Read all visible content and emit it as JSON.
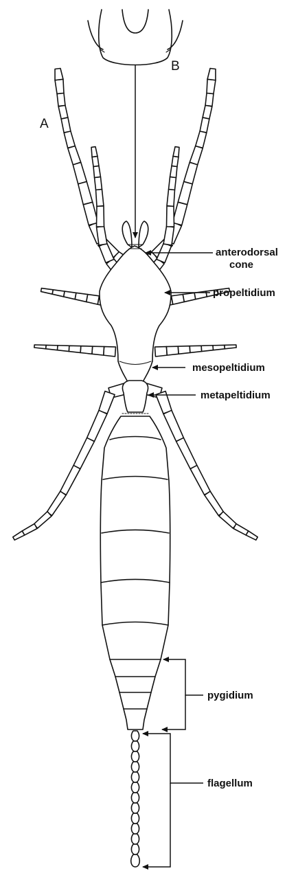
{
  "panel_labels": {
    "a": "A",
    "b": "B"
  },
  "labels": {
    "anterodorsal_line1": "anterodorsal",
    "anterodorsal_line2": "cone",
    "propeltidium": "propeltidium",
    "mesopeltidium": "mesopeltidium",
    "metapeltidium": "metapeltidium",
    "pygidium": "pygidium",
    "flagellum": "flagellum"
  },
  "colors": {
    "ink": "#111111",
    "background": "#ffffff"
  }
}
